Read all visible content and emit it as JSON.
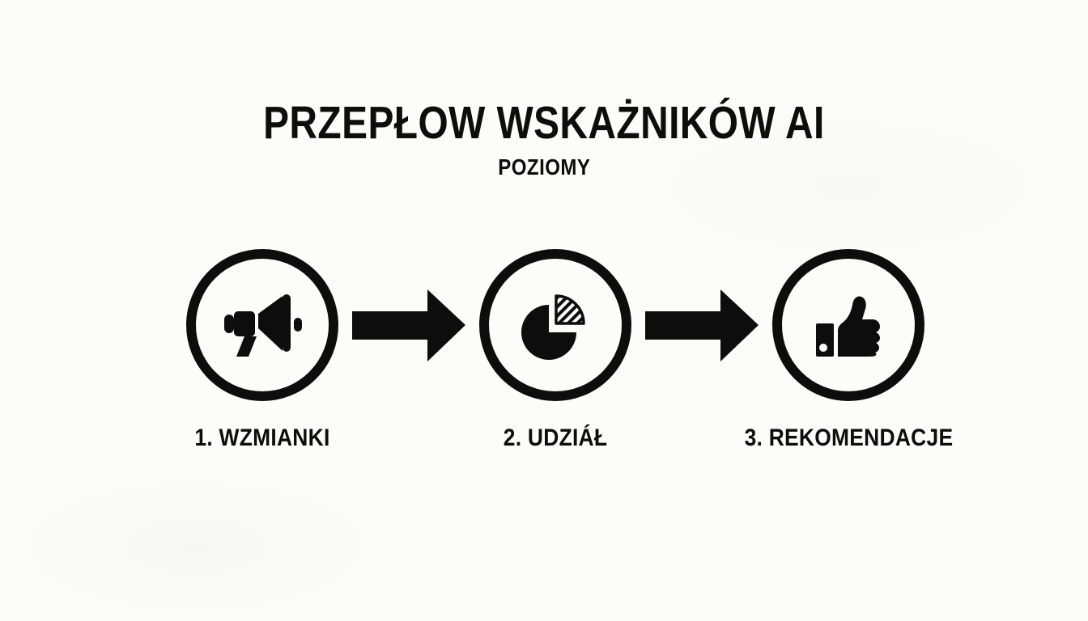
{
  "page": {
    "background": "#fcfcfa",
    "ink": "#0d0d0d"
  },
  "header": {
    "title": "PRZEPŁOW WSKAŻNIKÓW AI",
    "subtitle": "POZIOMY"
  },
  "flow": {
    "connector_icon": "right-arrow-icon",
    "steps": [
      {
        "number": "1",
        "label": "1. WZMIANKI",
        "icon": "megaphone-icon"
      },
      {
        "number": "2",
        "label": "2. UDZIÁŁ",
        "icon": "pie-chart-icon"
      },
      {
        "number": "3",
        "label": "3. REKOMENDACJE",
        "icon": "thumbs-up-icon"
      }
    ]
  }
}
